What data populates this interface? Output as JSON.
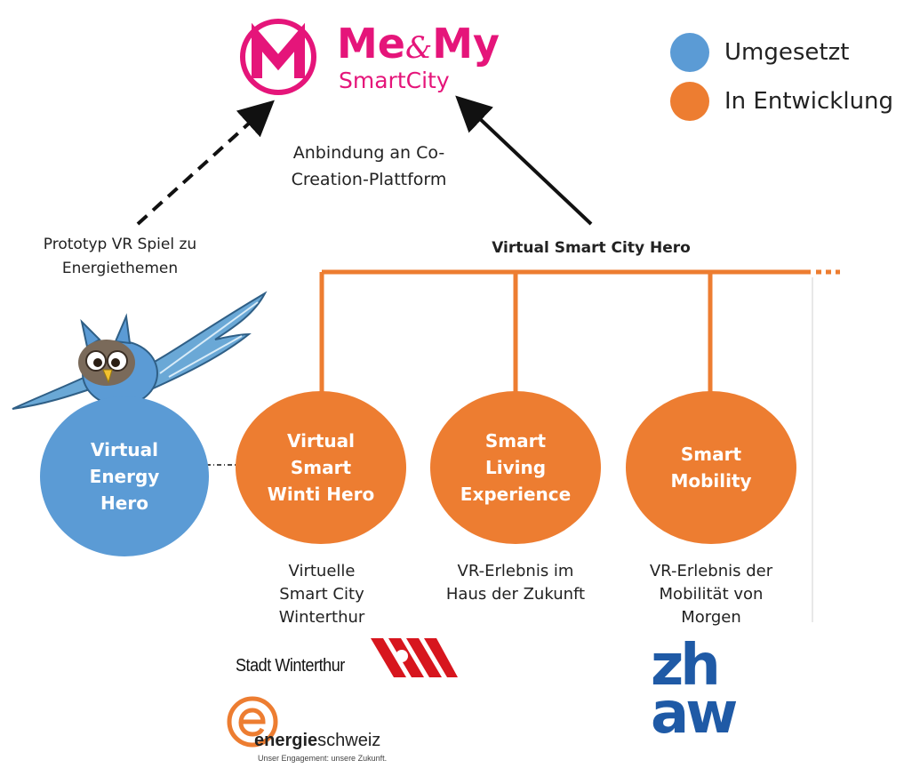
{
  "logo_memy": {
    "mark": "M",
    "title_me": "Me",
    "title_amp": "&",
    "title_my": "My",
    "subtitle": "SmartCity",
    "color": "#e5157a"
  },
  "legend": [
    {
      "label": "Umgesetzt",
      "color": "#5b9bd5"
    },
    {
      "label": "In Entwicklung",
      "color": "#ed7d31"
    }
  ],
  "annotations": {
    "connection_line1": "Anbindung an Co-",
    "connection_line2": "Creation-Plattform",
    "prototype_line1": "Prototyp VR Spiel zu",
    "prototype_line2": "Energiethemen",
    "branch_title": "Virtual Smart City Hero"
  },
  "nodes": [
    {
      "lines": [
        "Virtual",
        "Energy",
        "Hero"
      ],
      "status": "Umgesetzt",
      "color": "#5b9bd5"
    },
    {
      "lines": [
        "Virtual",
        "Smart",
        "Winti Hero"
      ],
      "status": "In Entwicklung",
      "color": "#ed7d31",
      "caption": [
        "Virtuelle",
        "Smart City",
        "Winterthur"
      ]
    },
    {
      "lines": [
        "Smart",
        "Living",
        "Experience"
      ],
      "status": "In Entwicklung",
      "color": "#ed7d31",
      "caption": [
        "VR-Erlebnis im",
        "Haus der Zukunft"
      ]
    },
    {
      "lines": [
        "Smart",
        "Mobility"
      ],
      "status": "In Entwicklung",
      "color": "#ed7d31",
      "caption": [
        "VR-Erlebnis der",
        "Mobilität von",
        "Morgen"
      ]
    }
  ],
  "partners": {
    "winterthur": "Stadt Winterthur",
    "energie_bold": "energie",
    "energie_light": "schweiz",
    "energie_tagline": "Unser Engagement: unsere Zukunft.",
    "zhaw_top": "zh",
    "zhaw_bottom": "aw"
  }
}
